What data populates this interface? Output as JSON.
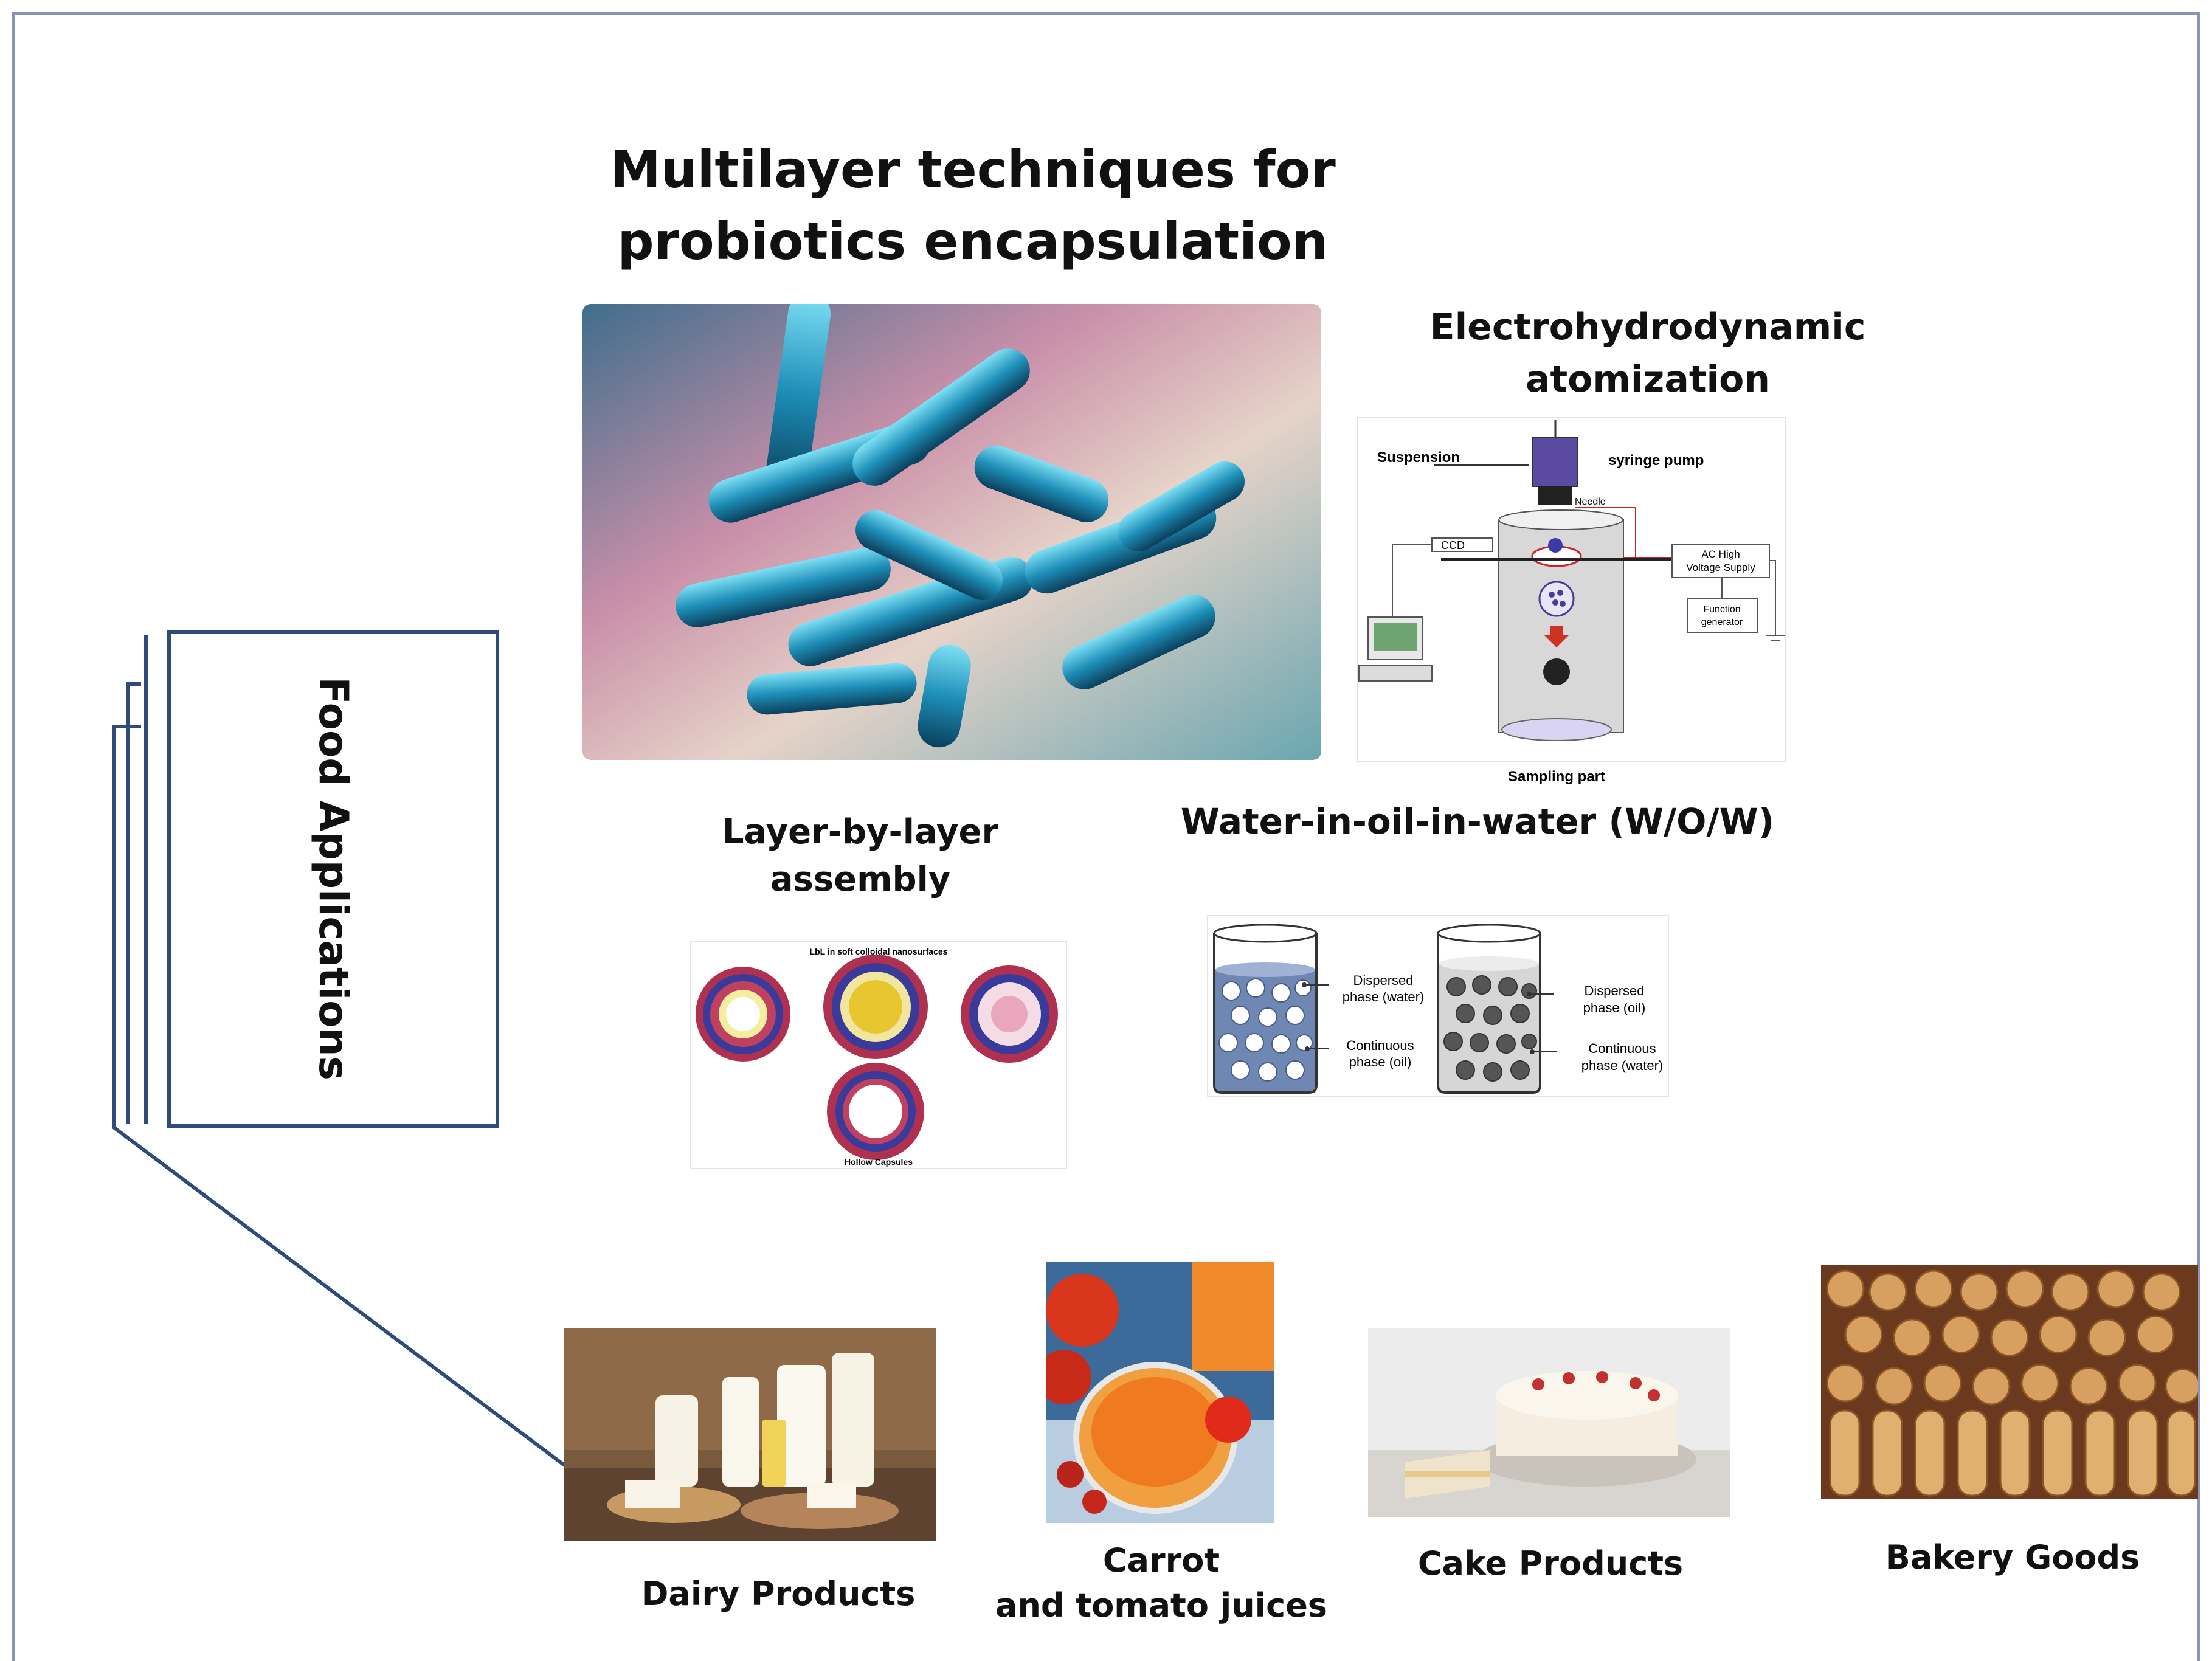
{
  "title_line1": "Multilayer techniques for",
  "title_line2": "probiotics encapsulation",
  "side_box": {
    "label": "Food Applications"
  },
  "ehd": {
    "title_line1": "Electrohydrodynamic",
    "title_line2": "atomization",
    "suspension": "Suspension",
    "syringe_pump": "syringe pump",
    "needle": "Needle",
    "ccd": "CCD",
    "ac_line1": "AC High",
    "ac_line2": "Voltage Supply",
    "fg_line1": "Function",
    "fg_line2": "generator",
    "sampling": "Sampling  part"
  },
  "lbl": {
    "title_line1": "Layer-by-layer",
    "title_line2": "assembly",
    "caption_top": "LbL in soft colloidal nanosurfaces",
    "caption_bottom": "Hollow Capsules"
  },
  "wow": {
    "title": "Water-in-oil-in-water (W/O/W)",
    "left_dispersed_1": "Dispersed",
    "left_dispersed_2": "phase (water)",
    "left_continuous_1": "Continuous",
    "left_continuous_2": "phase (oil)",
    "right_dispersed_1": "Dispersed",
    "right_dispersed_2": "phase (oil)",
    "right_continuous_1": "Continuous",
    "right_continuous_2": "phase (water)"
  },
  "foods": {
    "dairy": "Dairy Products",
    "juice_line1": "Carrot",
    "juice_line2": "and tomato juices",
    "cake": "Cake Products",
    "bakery": "Bakery Goods"
  },
  "colors": {
    "bracket": "#2f4b7c",
    "frame": "#8a94b6",
    "bacteria": "#1e8fb8"
  }
}
